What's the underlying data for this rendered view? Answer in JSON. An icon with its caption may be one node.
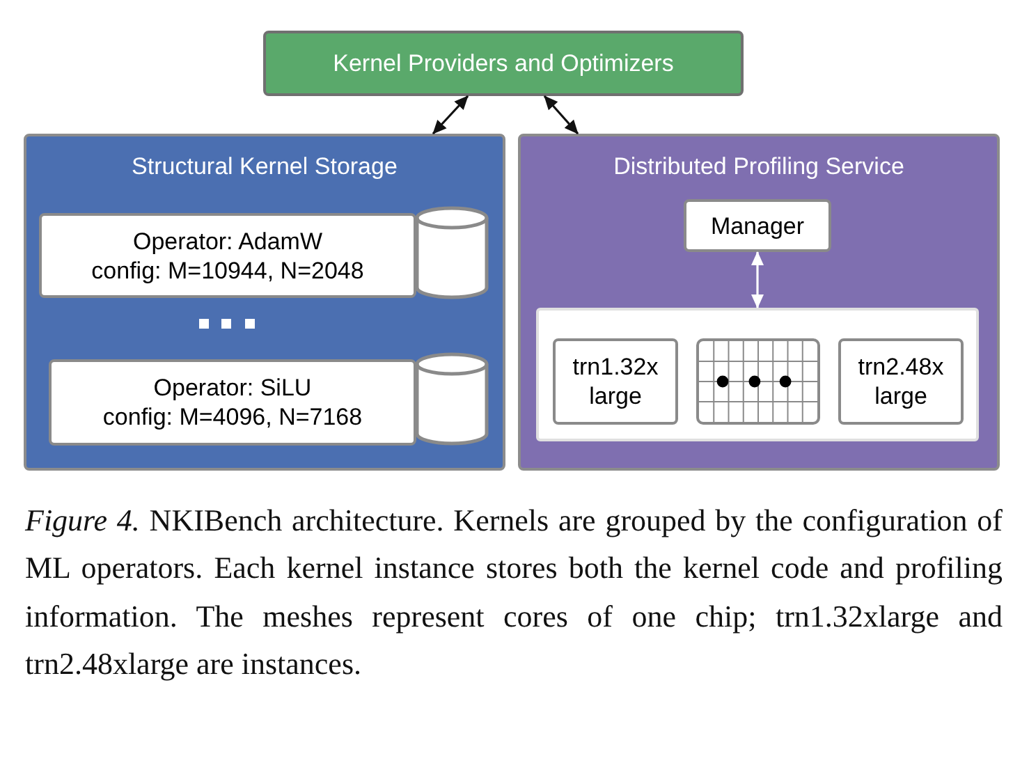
{
  "diagram": {
    "nodes": [
      {
        "text": [
          "Kernel Providers and Optimizers"
        ]
      },
      {
        "text": [
          "Structural Kernel Storage"
        ]
      },
      {
        "text": [
          "Operator: AdamW",
          "config: M=10944, N=2048"
        ],
        "in": 1
      },
      {
        "text": [],
        "shape": "cylinder",
        "in": 1
      },
      {
        "text": [
          "Operator: SiLU",
          "config: M=4096, N=7168"
        ],
        "in": 1
      },
      {
        "text": [],
        "shape": "cylinder",
        "in": 1
      },
      {
        "text": [
          "Distributed Profiling Service"
        ]
      },
      {
        "text": [
          "Manager"
        ],
        "in": 6
      },
      {
        "text": [],
        "shape": "box",
        "in": 6
      },
      {
        "text": [
          "trn1.32x large"
        ],
        "in": 8
      },
      {
        "text": [],
        "shape": "grid",
        "in": 8
      },
      {
        "text": [
          "trn2.48x large"
        ],
        "in": 8
      }
    ],
    "edges": [
      {
        "from": 0,
        "to": 1,
        "arrow": "both"
      },
      {
        "from": 0,
        "to": 6,
        "arrow": "both"
      },
      {
        "from": 7,
        "to": 8,
        "arrow": "both",
        "color": "#ffffff"
      }
    ],
    "caption": "*Figure 4.* NKIBench architecture. Kernels are grouped by the configuration of ML operators. Each kernel instance stores both the kernel code and profiling information. The meshes represent cores of one chip; trn1.32xlarge and trn2.48xlarge are instances."
  }
}
